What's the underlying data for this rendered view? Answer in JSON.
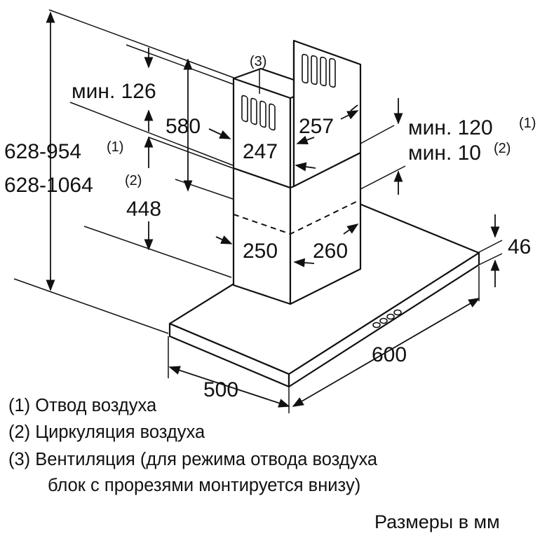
{
  "dimensions": {
    "min_126": "мин. 126",
    "d580": "580",
    "range_1": "628-954",
    "range_1_note": "(1)",
    "range_2": "628-1064",
    "range_2_note": "(2)",
    "d448": "448",
    "d257": "257",
    "d247": "247",
    "d250": "250",
    "d260": "260",
    "min_120": "мин. 120",
    "min_120_note": "(1)",
    "min_10": "мин. 10",
    "min_10_note": "(2)",
    "d46": "46",
    "d600": "600",
    "d500": "500",
    "callout_3": "(3)"
  },
  "legend": {
    "item1": "(1) Отвод воздуха",
    "item2": "(2) Циркуляция воздуха",
    "item3_line1": "(3) Вентиляция (для режима отвода воздуха",
    "item3_line2": "блок с прорезями монтируется внизу)"
  },
  "units_note": "Размеры в мм"
}
